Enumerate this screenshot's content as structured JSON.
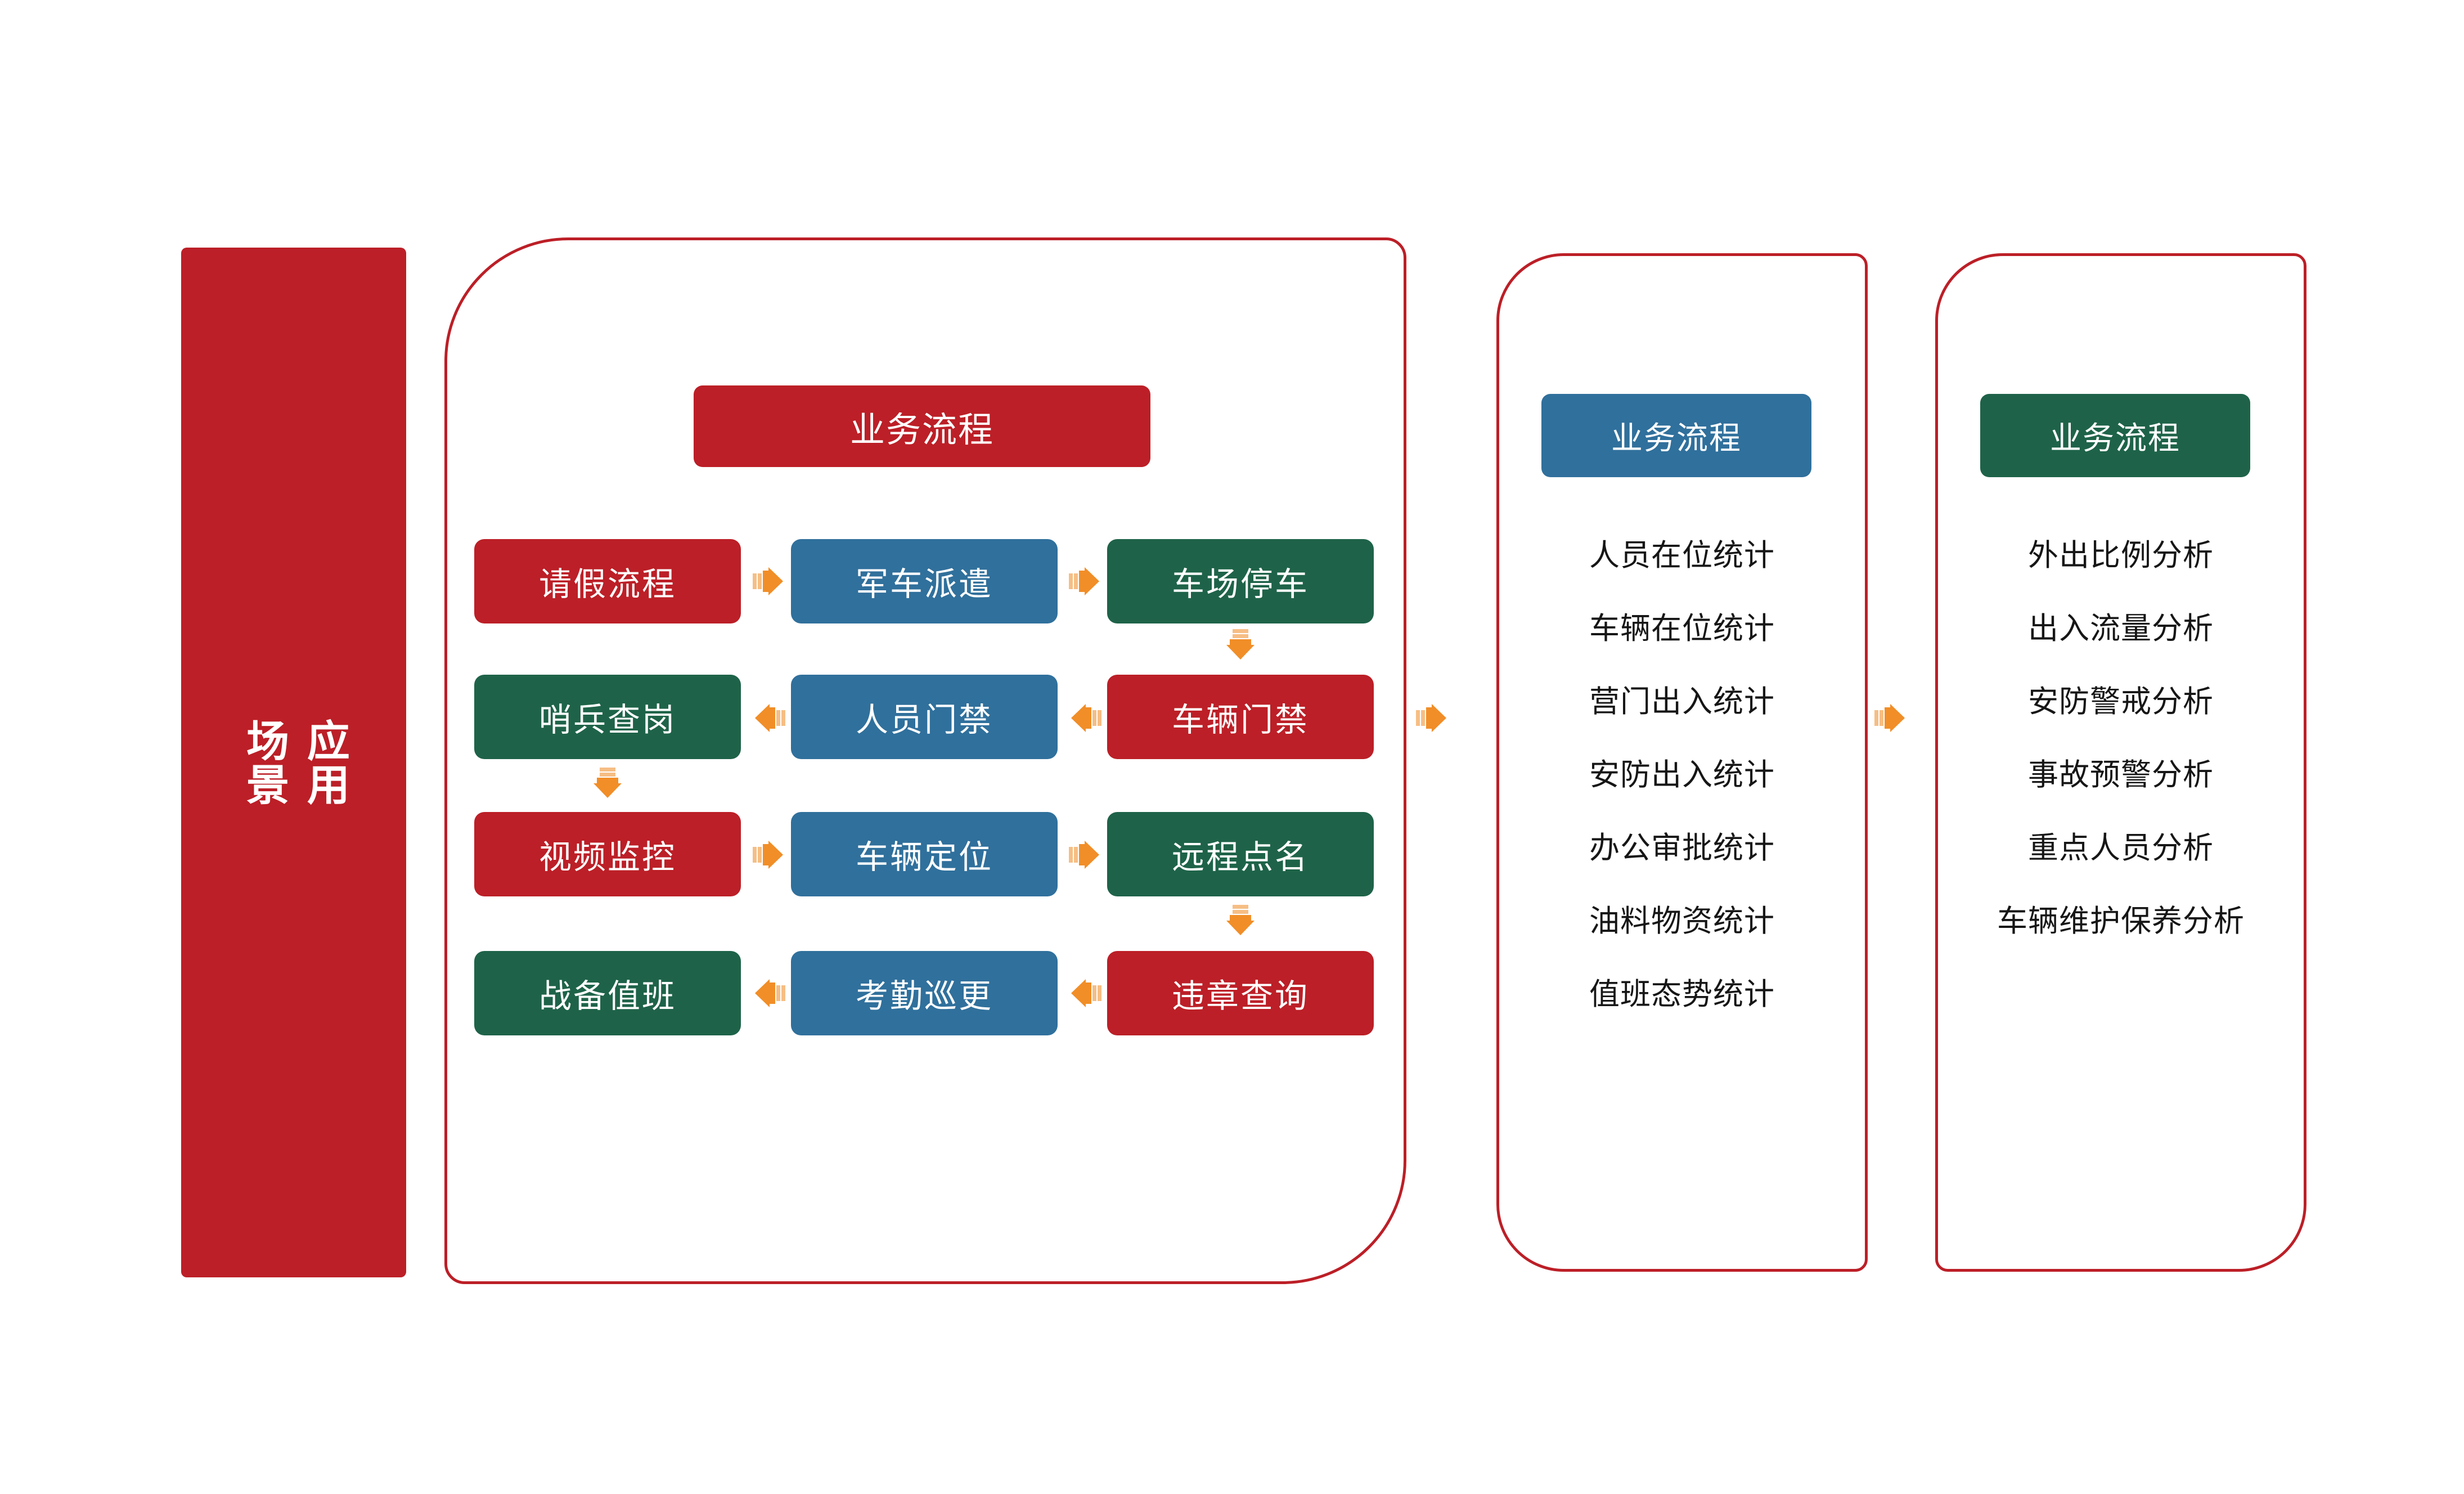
{
  "banner": {
    "label": "应用\n场景",
    "color": "#BC1F27"
  },
  "palette": {
    "red": "#BC1F27",
    "blue": "#30709C",
    "green": "#1E6349",
    "arrow_orange": "#F18E28",
    "text_dark": "#161616",
    "text_light": "#FFFFFF",
    "background": "#FFFFFF"
  },
  "panels": {
    "process": {
      "header": "业务流程",
      "header_color": "#BC1F27",
      "nodes": [
        {
          "label": "请假流程",
          "color": "#BC1F27"
        },
        {
          "label": "军车派遣",
          "color": "#30709C"
        },
        {
          "label": "车场停车",
          "color": "#1E6349"
        },
        {
          "label": "哨兵查岗",
          "color": "#1E6349"
        },
        {
          "label": "人员门禁",
          "color": "#30709C"
        },
        {
          "label": "车辆门禁",
          "color": "#BC1F27"
        },
        {
          "label": "视频监控",
          "color": "#BC1F27"
        },
        {
          "label": "车辆定位",
          "color": "#30709C"
        },
        {
          "label": "远程点名",
          "color": "#1E6349"
        },
        {
          "label": "战备值班",
          "color": "#1E6349"
        },
        {
          "label": "考勤巡更",
          "color": "#30709C"
        },
        {
          "label": "违章查询",
          "color": "#BC1F27"
        }
      ]
    },
    "statistics": {
      "header": "业务流程",
      "header_color": "#30709C",
      "items": [
        "人员在位统计",
        "车辆在位统计",
        "营门出入统计",
        "安防出入统计",
        "办公审批统计",
        "油料物资统计",
        "值班态势统计"
      ]
    },
    "analysis": {
      "header": "业务流程",
      "header_color": "#1E6349",
      "items": [
        "外出比例分析",
        "出入流量分析",
        "安防警戒分析",
        "事故预警分析",
        "重点人员分析",
        "车辆维护保养分析"
      ]
    }
  },
  "arrows": {
    "right_icon": "arrow-right-icon",
    "left_icon": "arrow-left-icon",
    "down_icon": "arrow-down-icon"
  }
}
